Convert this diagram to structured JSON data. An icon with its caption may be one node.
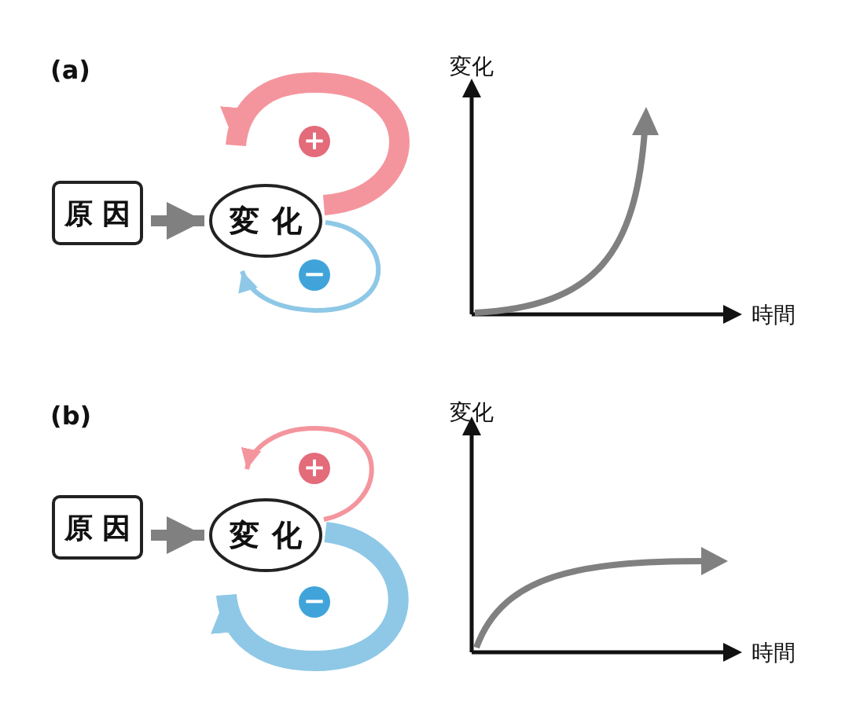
{
  "diagram": {
    "nodes": [
      {
        "text": [
          "原因"
        ]
      },
      {
        "text": [
          "変化"
        ]
      },
      {
        "text": [
          "原因"
        ]
      },
      {
        "text": [
          "変化"
        ]
      }
    ],
    "edges": [
      {
        "from": 0,
        "to": 1,
        "arrow": "to",
        "color": "#808080"
      },
      {
        "from": 1,
        "to": 1,
        "arrow": "to",
        "label": "+",
        "style": "thick",
        "color": "#f4959d"
      },
      {
        "from": 1,
        "to": 1,
        "arrow": "to",
        "label": "−",
        "color": "#8ec8e6"
      },
      {
        "from": 2,
        "to": 3,
        "arrow": "to",
        "color": "#808080"
      },
      {
        "from": 3,
        "to": 3,
        "arrow": "to",
        "label": "+",
        "color": "#f4959d"
      },
      {
        "from": 3,
        "to": 3,
        "arrow": "to",
        "label": "−",
        "style": "thick",
        "color": "#8ec8e6"
      }
    ],
    "labels": [
      "(a)",
      "変化",
      "時間",
      "(b)",
      "変化",
      "時間"
    ]
  }
}
